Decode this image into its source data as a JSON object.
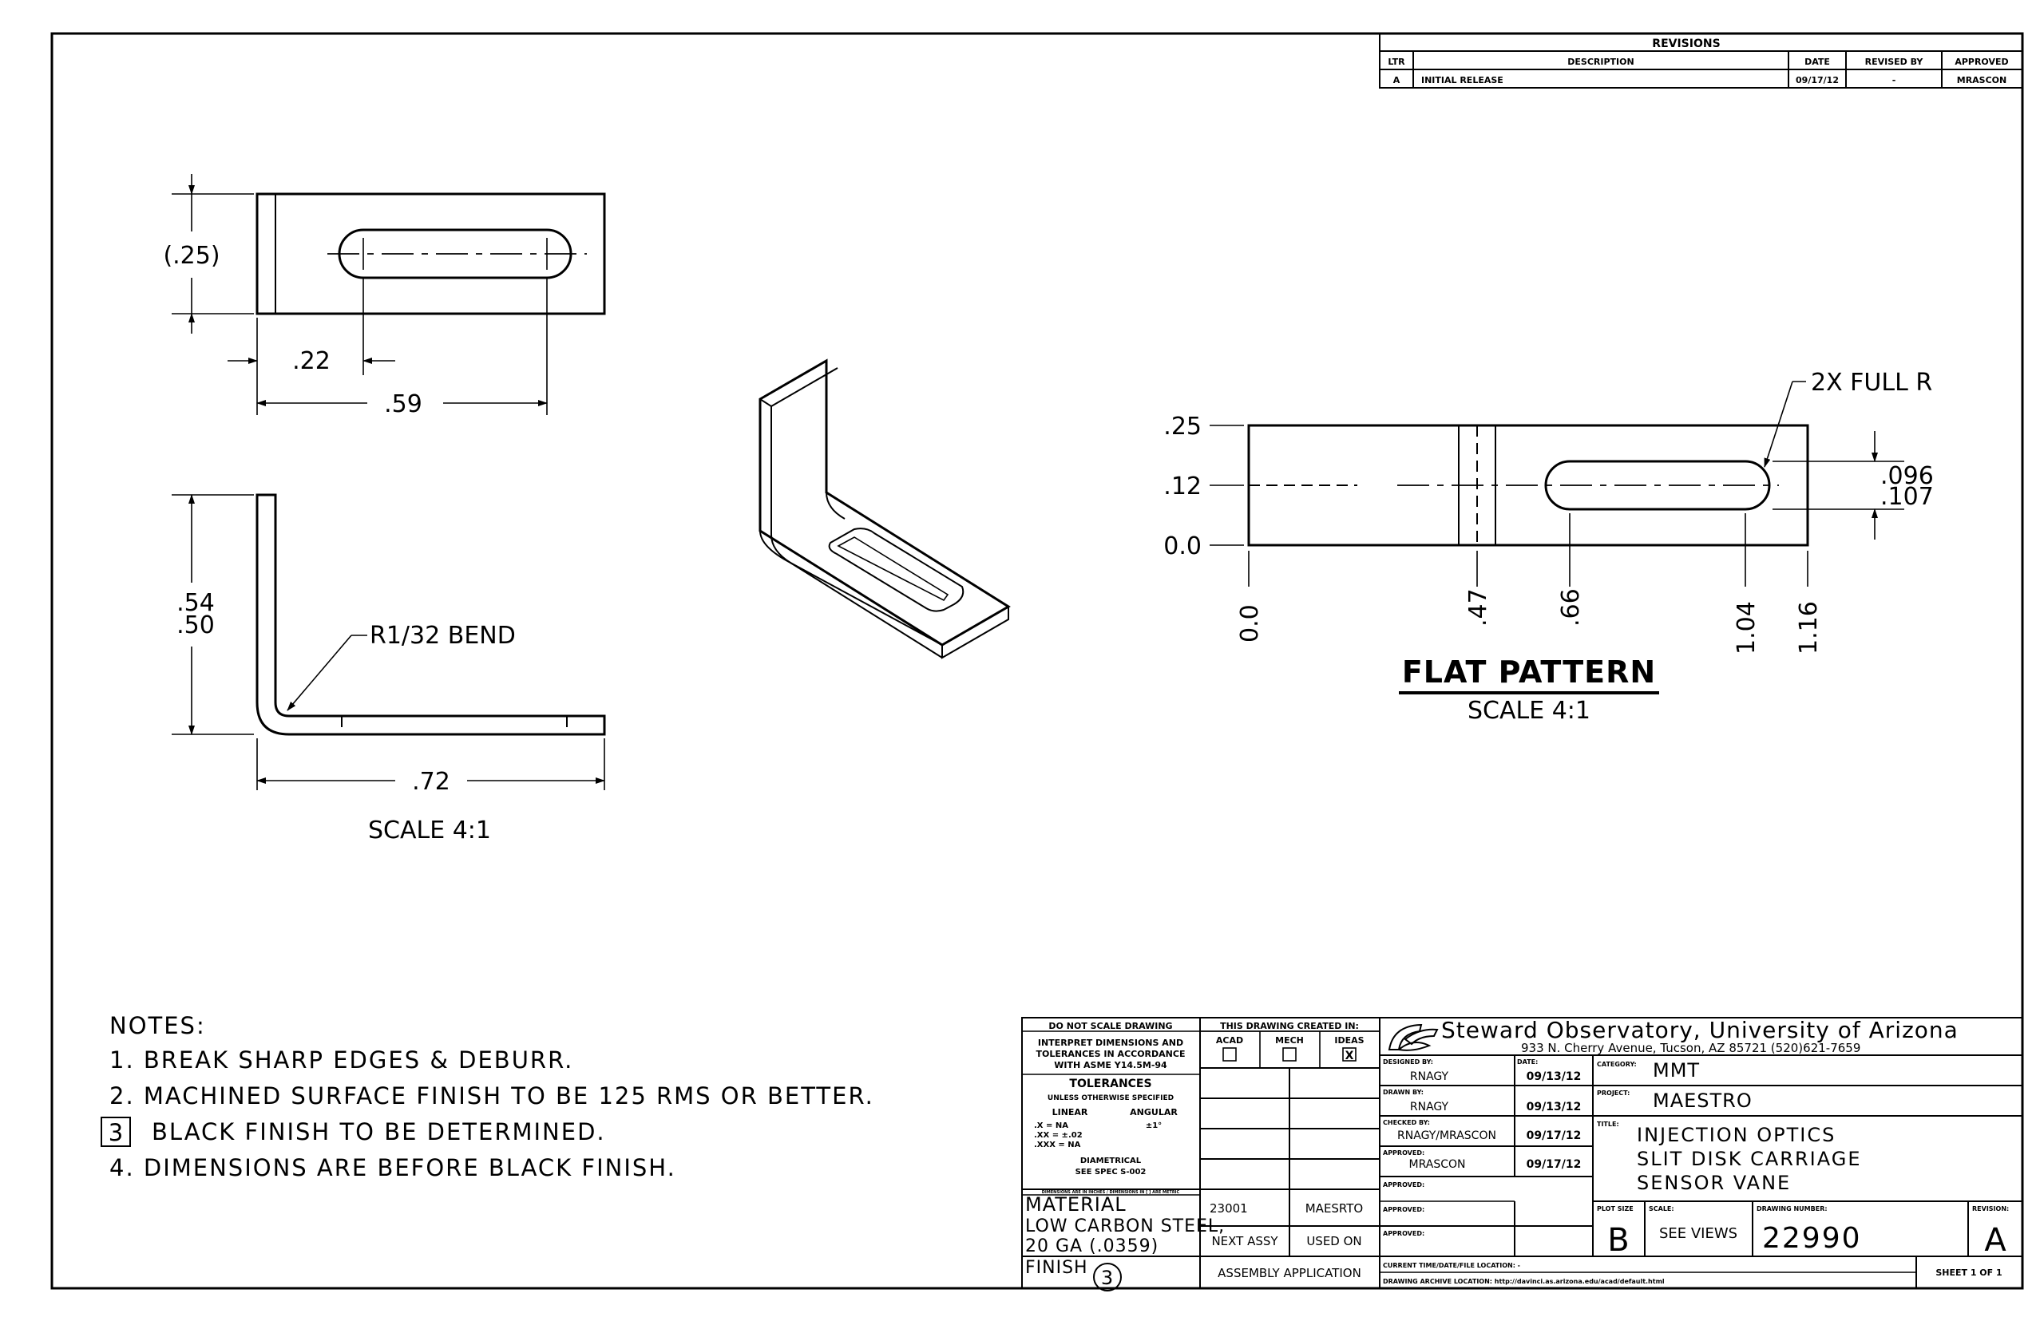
{
  "revisions": {
    "title": "REVISIONS",
    "headers": [
      "LTR",
      "DESCRIPTION",
      "DATE",
      "REVISED BY",
      "APPROVED"
    ],
    "rows": [
      {
        "ltr": "A",
        "description": "INITIAL RELEASE",
        "date": "09/17/12",
        "revised_by": "-",
        "approved": "MRASCON"
      }
    ]
  },
  "views": {
    "top": {
      "dim_thickness": "(.25)",
      "dim_slot_start": ".22",
      "dim_slot_end": ".59"
    },
    "front": {
      "dim_height_a": ".54",
      "dim_height_b": ".50",
      "bend_note": "R1/32 BEND",
      "dim_length": ".72",
      "scale": "SCALE 4:1"
    },
    "flat_pattern": {
      "title": "FLAT PATTERN",
      "scale": "SCALE 4:1",
      "full_r_note": "2X FULL R",
      "y_ordinates": [
        ".25",
        ".12",
        "0.0"
      ],
      "x_ordinates": [
        "0.0",
        ".47",
        ".66",
        "1.04",
        "1.16"
      ],
      "slot_width_a": ".096",
      "slot_width_b": ".107"
    }
  },
  "notes": {
    "heading": "NOTES:",
    "items": [
      "1. BREAK SHARP EDGES & DEBURR.",
      "2. MACHINED SURFACE FINISH TO BE 125 RMS OR BETTER.",
      "BLACK FINISH TO BE DETERMINED.",
      "4. DIMENSIONS ARE BEFORE BLACK FINISH."
    ],
    "flag_number": "3"
  },
  "title_block": {
    "do_not_scale": "DO NOT SCALE DRAWING",
    "interpret_1": "INTERPRET DIMENSIONS AND",
    "interpret_2": "TOLERANCES IN ACCORDANCE",
    "interpret_3": "WITH ASME Y14.5M-94",
    "tolerances": "TOLERANCES",
    "unless": "UNLESS OTHERWISE SPECIFIED",
    "linear": "LINEAR",
    "angular": "ANGULAR",
    "tol_x": ".X   = NA",
    "tol_xx": ".XX  = ±.02",
    "tol_xxx": ".XXX = NA",
    "tol_ang": "±1°",
    "diametrical": "DIAMETRICAL",
    "see_spec": "SEE SPEC S-002",
    "units_note": "DIMENSIONS ARE IN INCHES / DIMENSIONS IN [ ] ARE METRIC",
    "created_in": "THIS DRAWING CREATED IN:",
    "acad": "ACAD",
    "mech": "MECH",
    "ideas": "IDEAS",
    "ideas_mark": "X",
    "material_label": "MATERIAL",
    "material_1": "LOW CARBON STEEL,",
    "material_2": "20 GA (.0359)",
    "finish_label": "FINISH",
    "finish_flag": "3",
    "next_assy_value": "23001",
    "used_on_value": "MAESRTO",
    "next_assy": "NEXT ASSY",
    "used_on": "USED ON",
    "assembly_application": "ASSEMBLY APPLICATION",
    "org_name": "Steward Observatory, University of Arizona",
    "org_address": "933 N. Cherry Avenue, Tucson, AZ  85721   (520)621-7659",
    "designed_by_label": "DESIGNED BY:",
    "designed_by": "RNAGY",
    "date_label": "DATE:",
    "designed_date": "09/13/12",
    "drawn_by_label": "DRAWN BY:",
    "drawn_by": "RNAGY",
    "drawn_date": "09/13/12",
    "checked_by_label": "CHECKED BY:",
    "checked_by": "RNAGY/MRASCON",
    "checked_date": "09/17/12",
    "approved_label": "APPROVED:",
    "approved_1": "MRASCON",
    "approved_date": "09/17/12",
    "category_label": "CATEGORY:",
    "category": "MMT",
    "project_label": "PROJECT:",
    "project": "MAESTRO",
    "title_label": "TITLE:",
    "title_1": "INJECTION OPTICS",
    "title_2": "SLIT DISK CARRIAGE",
    "title_3": "SENSOR VANE",
    "plot_size_label": "PLOT SIZE",
    "plot_size": "B",
    "scale_label": "SCALE:",
    "scale": "SEE VIEWS",
    "drawing_number_label": "DRAWING NUMBER:",
    "drawing_number": "22990",
    "revision_label": "REVISION:",
    "revision": "A",
    "current_location_label": "CURRENT TIME/DATE/FILE LOCATION:  -",
    "archive_location": "DRAWING ARCHIVE LOCATION: http://davinci.as.arizona.edu/acad/default.html",
    "sheet": "SHEET 1 OF 1"
  }
}
